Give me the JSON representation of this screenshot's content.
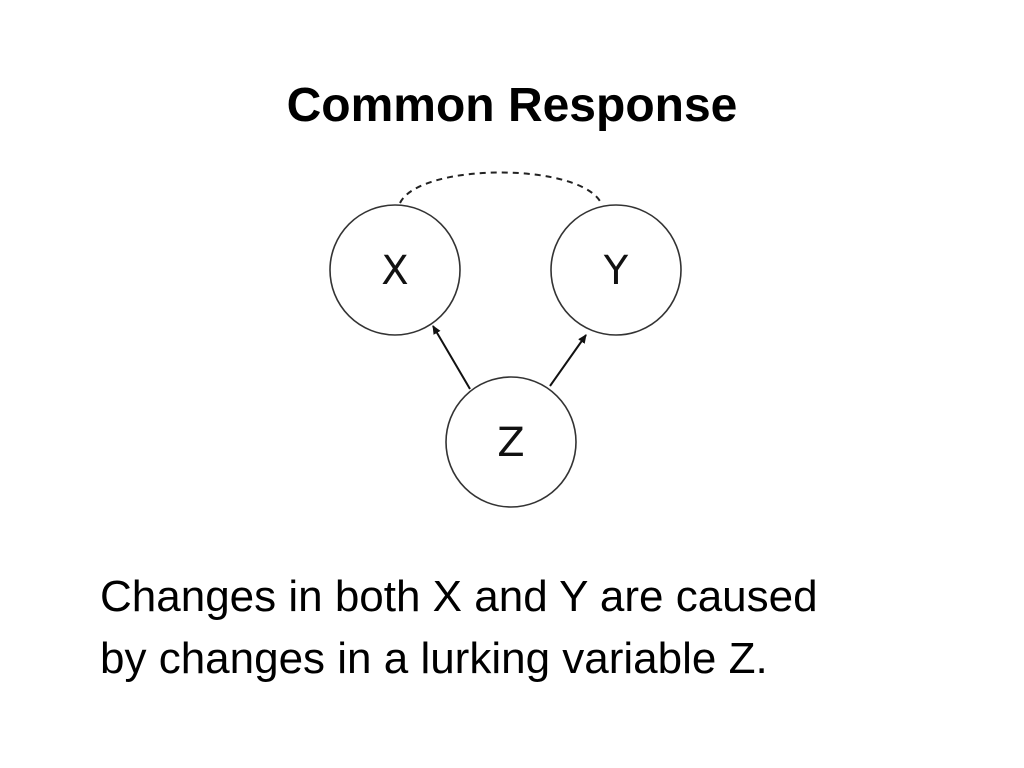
{
  "slide": {
    "title": "Common Response",
    "body_lines": [
      "Changes in both X and Y are caused",
      "by changes in a lurking variable Z."
    ]
  },
  "diagram": {
    "nodes": [
      {
        "id": "X",
        "label": "X"
      },
      {
        "id": "Y",
        "label": "Y"
      },
      {
        "id": "Z",
        "label": "Z"
      }
    ],
    "edges": [
      {
        "from": "Z",
        "to": "X",
        "style": "arrow"
      },
      {
        "from": "Z",
        "to": "Y",
        "style": "arrow"
      },
      {
        "from": "X",
        "to": "Y",
        "style": "dashed-curve"
      }
    ]
  }
}
